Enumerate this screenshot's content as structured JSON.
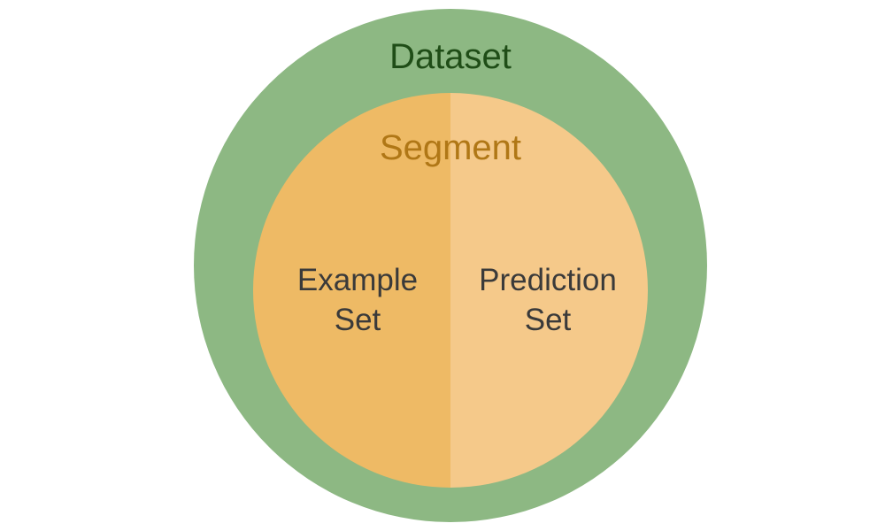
{
  "dataset": {
    "label": "Dataset",
    "fill_color": "#8db883",
    "text_color": "#1f4d17"
  },
  "segment": {
    "label": "Segment",
    "text_color": "#b07716"
  },
  "example_set": {
    "line1": "Example",
    "line2": "Set",
    "fill_color": "#eeba65",
    "text_color": "#3a3a3a"
  },
  "prediction_set": {
    "line1": "Prediction",
    "line2": "Set",
    "fill_color": "#f5c98a",
    "text_color": "#3a3a3a"
  }
}
